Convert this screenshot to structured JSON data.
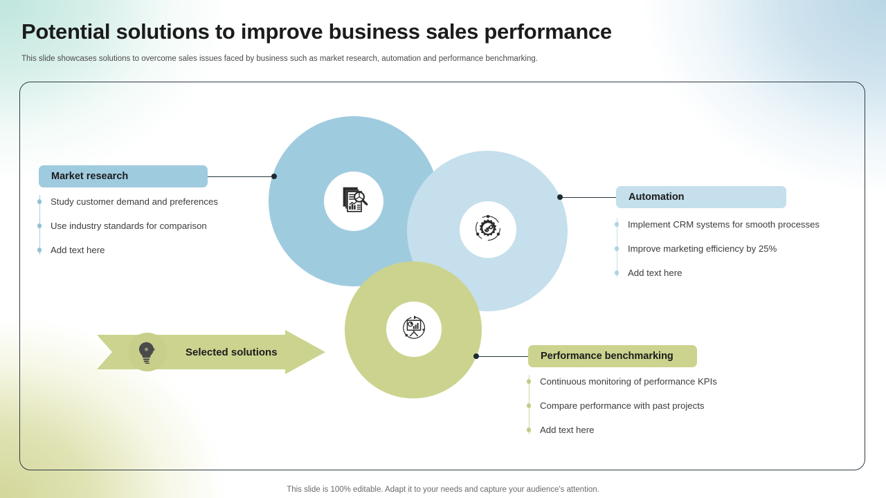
{
  "header": {
    "title": "Potential solutions to improve business sales performance",
    "subtitle": "This slide showcases solutions to overcome sales issues faced by business such as market research, automation and performance benchmarking."
  },
  "footer": {
    "note": "This slide is 100% editable. Adapt it to your needs and capture your audience's attention."
  },
  "banner": {
    "label": "Selected solutions",
    "icon": "lightbulb-puzzle-icon",
    "color": "#ccd38e"
  },
  "solutions": [
    {
      "id": "market-research",
      "title": "Market research",
      "icon": "document-magnifier-chart-icon",
      "color": "#9fcbdf",
      "bullets": [
        "Study customer demand and preferences",
        "Use industry standards for comparison",
        "Add text here"
      ]
    },
    {
      "id": "automation",
      "title": "Automation",
      "icon": "gear-wrench-orbit-icon",
      "color": "#c5dfec",
      "bullets": [
        "Implement CRM systems for smooth processes",
        "Improve marketing efficiency by 25%",
        "Add text here"
      ]
    },
    {
      "id": "performance-benchmarking",
      "title": "Performance benchmarking",
      "icon": "presentation-board-chart-icon",
      "color": "#ccd38e",
      "bullets": [
        "Continuous monitoring of performance KPIs",
        "Compare performance with past projects",
        "Add text here"
      ]
    }
  ],
  "colors": {
    "accent_blue_dark": "#9fcbdf",
    "accent_blue_light": "#c5dfec",
    "accent_green": "#ccd38e",
    "frame_border": "#2e3a42",
    "text_dark": "#1b1b1b",
    "text_body": "#3c3c3c"
  }
}
